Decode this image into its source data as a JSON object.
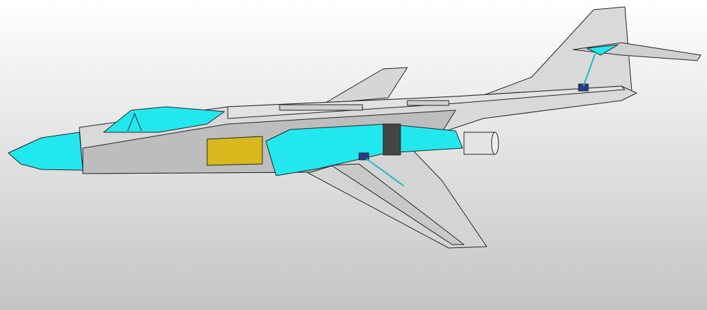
{
  "scene": {
    "subject": "aircraft-cad-model",
    "colors": {
      "background_top": "#ffffff",
      "background_bottom": "#c4c4c4",
      "structure": "#d9d9d9",
      "structure_dark": "#b8b8b8",
      "transparent_parts": "#22e8ee",
      "battery": "#d8b81c",
      "servo": "#2a3a8a",
      "exhaust": "#e4e4e4"
    },
    "parts": [
      "nose-cone",
      "fuselage",
      "canopy",
      "upper-wing",
      "lower-wing",
      "vertical-tail",
      "horizontal-stabilizer",
      "intake-duct",
      "battery",
      "edf-exhaust",
      "servo"
    ]
  }
}
